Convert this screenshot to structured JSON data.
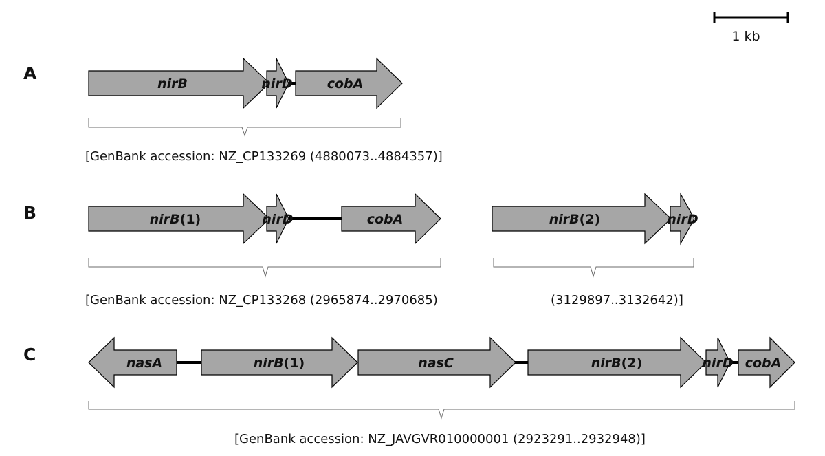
{
  "scale_bar": {
    "label": "1 kb"
  },
  "panels": [
    {
      "letter": "A",
      "genes": [
        {
          "name": "nirB",
          "suffix": ""
        },
        {
          "name": "nirD",
          "suffix": ""
        },
        {
          "name": "cobA",
          "suffix": ""
        }
      ],
      "captions": [
        "[GenBank accession: NZ_CP133269 (4880073..4884357)]"
      ]
    },
    {
      "letter": "B",
      "genes": [
        {
          "name": "nirB",
          "suffix": "(1)"
        },
        {
          "name": "nirD",
          "suffix": ""
        },
        {
          "name": "cobA",
          "suffix": ""
        },
        {
          "name": "nirB",
          "suffix": "(2)"
        },
        {
          "name": "nirD",
          "suffix": ""
        }
      ],
      "captions": [
        "[GenBank accession: NZ_CP133268 (2965874..2970685)",
        "(3129897..3132642)]"
      ]
    },
    {
      "letter": "C",
      "genes": [
        {
          "name": "nasA",
          "suffix": ""
        },
        {
          "name": "nirB",
          "suffix": "(1)"
        },
        {
          "name": "nasC",
          "suffix": ""
        },
        {
          "name": "nirB",
          "suffix": "(2)"
        },
        {
          "name": "nirD",
          "suffix": ""
        },
        {
          "name": "cobA",
          "suffix": ""
        }
      ],
      "captions": [
        "[GenBank accession: NZ_JAVGVR010000001 (2923291..2932948)]"
      ]
    }
  ]
}
